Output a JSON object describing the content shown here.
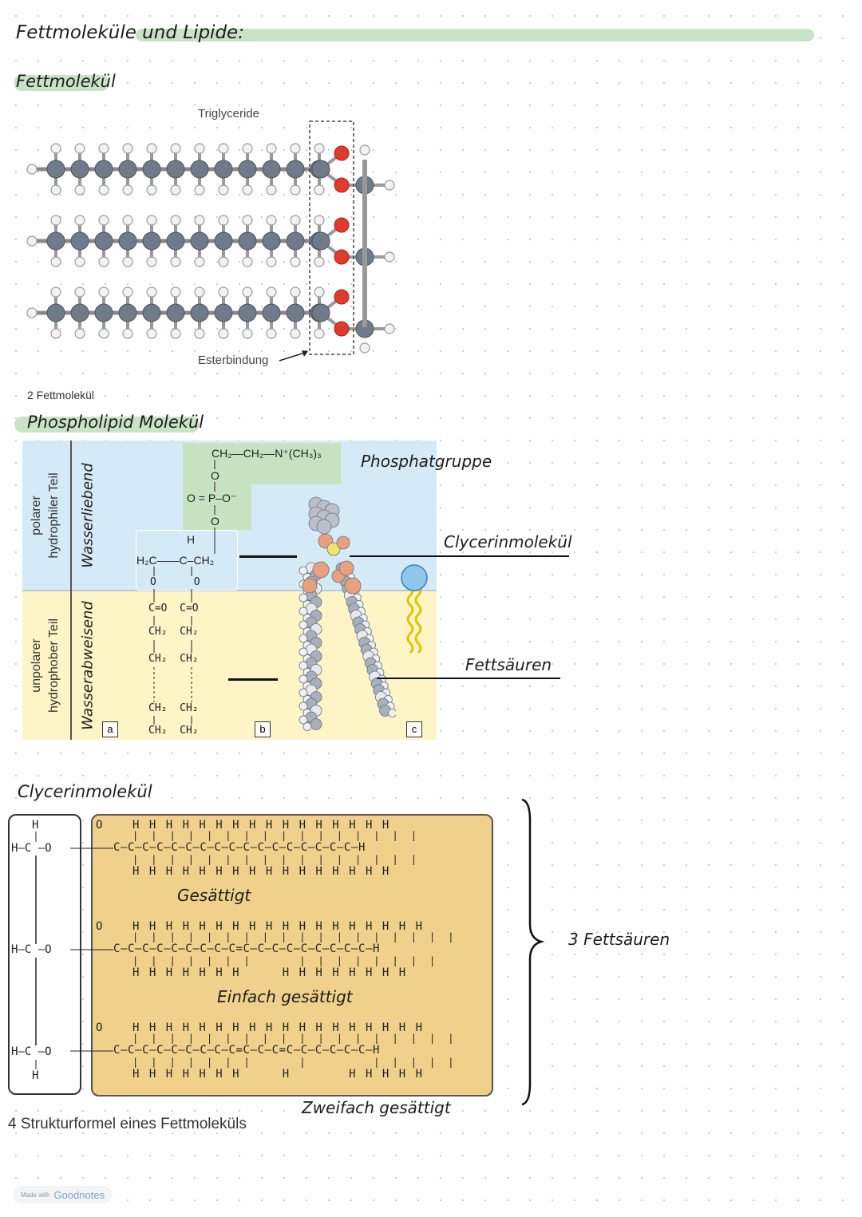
{
  "page": {
    "title": "Fettmoleküle und Lipide:",
    "section1_title": "Fettmolekül",
    "triglyceride_label": "Triglyceride",
    "ester_label": "Esterbindung",
    "fig2_caption": "2 Fettmolekül",
    "section2_title": "Phospholipid Molekül",
    "section3_title": "Clycerinmolekül",
    "fig4_caption": "4 Strukturformel eines Fettmoleküls",
    "footer": {
      "made_with": "Made with",
      "brand": "Goodnotes"
    }
  },
  "phospholipid": {
    "left_labels": {
      "polar_1": "polarer",
      "polar_2": "hydrophiler Teil",
      "wasserliebend": "Wasserliebend",
      "unpolar_1": "unpolarer",
      "unpolar_2": "hydrophober Teil",
      "wasserabweisend": "Wasserabweisend"
    },
    "panel_letters": [
      "a",
      "b",
      "c"
    ],
    "annotations": {
      "phosphat": "Phosphatgruppe",
      "glycerin": "Clycerinmolekül",
      "fettsaeuren": "Fettsäuren"
    },
    "formula": {
      "choline": "CH₂—CH₂—N⁺(CH₃)₃",
      "o1": "O",
      "po": "O = P–O⁻",
      "o2": "O",
      "h": "H",
      "glyc_row": "H₂C——C–CH₂",
      "oo": "O      O",
      "co": "C=O  C=O",
      "ch2_1": "CH₂  CH₂",
      "ch2_2": "CH₂  CH₂",
      "ch2_3": "CH₂  CH₂",
      "ch2_4": "CH₂  CH₂"
    }
  },
  "structure": {
    "glycerol": {
      "h_top": "H",
      "row1": "H–C –O",
      "row2": "H–C –O",
      "row3": "H–C –O",
      "h_bottom": "H"
    },
    "chains": [
      {
        "o": "O",
        "top": "H H H H H H H H H H H H H H H H",
        "bar_top": "| | | | | | | | | | | | | | | |",
        "main": "C–C–C–C–C–C–C–C–C–C–C–C–C–C–C–C–C–H",
        "bar_bot": "| | | | | | | | | | | | | | | |",
        "bottom": "H H H H H H H H H H H H H H H H",
        "name": "Gesättigt"
      },
      {
        "o": "O",
        "top": "H H H H H H H H H H H H H H H H H H",
        "bar_top": "| | | | | | | | | | | | | | | | | |",
        "main": "C–C–C–C–C–C–C–C–C=C–C–C–C–C–C–C–C–C–H",
        "bar_bot": "| | | | | | |     | | | | | | | |",
        "bottom": "H H H H H H H     H H H H H H H H",
        "name": "Einfach gesättigt"
      },
      {
        "o": "O",
        "top": "H H H H H H H H H H H H H H H H H H",
        "bar_top": "| | | | | | | | | | | | | | | | | |",
        "main": "C–C–C–C–C–C–C–C–C=C–C–C=C–C–C–C–C–C–H",
        "bar_bot": "| | | | | | |     |       | | | | |",
        "bottom": "H H H H H H H     H       H H H H H",
        "name": "Zweifach gesättigt"
      }
    ],
    "brace_label": "3 Fettsäuren"
  }
}
